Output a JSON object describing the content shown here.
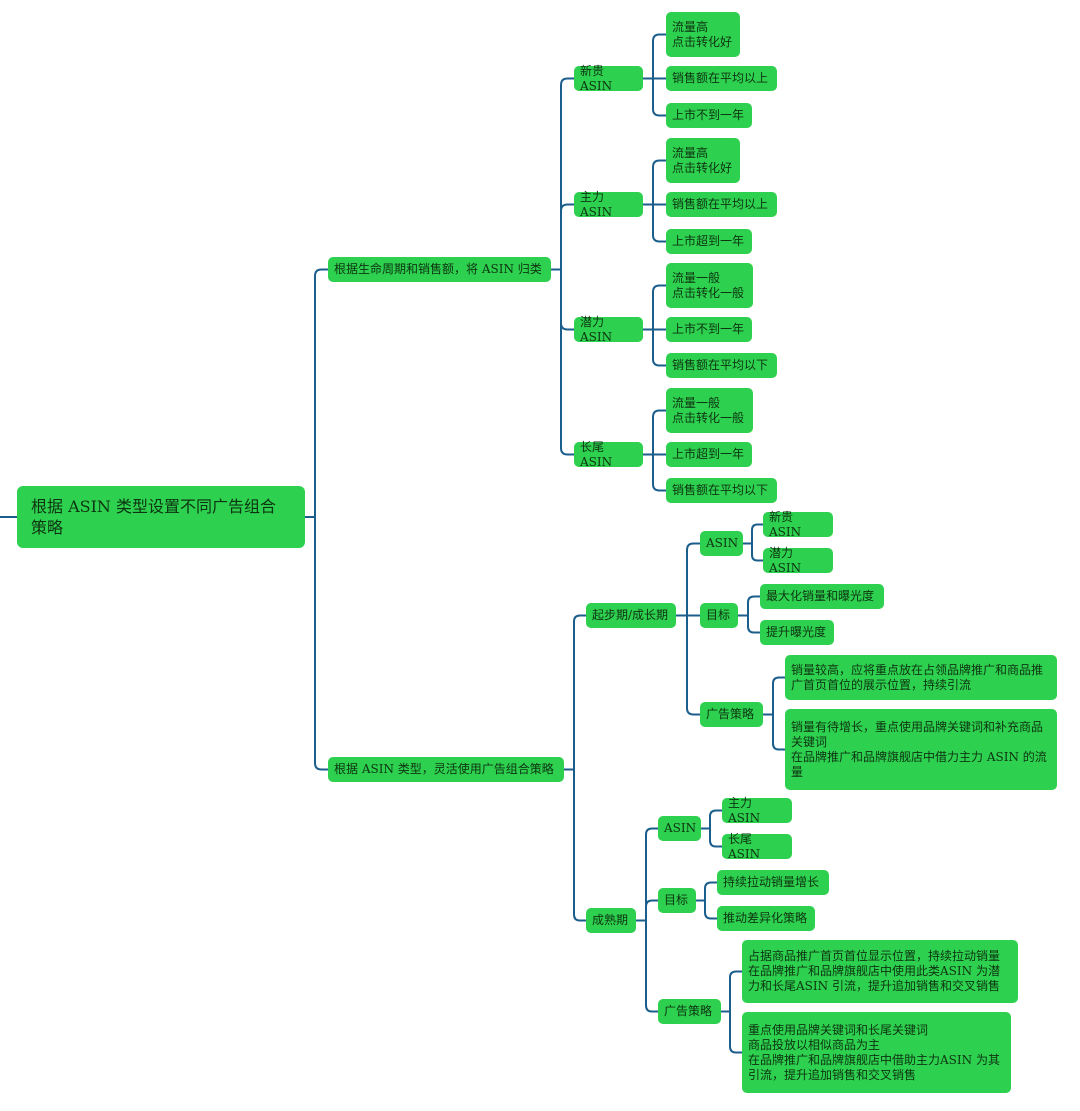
{
  "mindmap": {
    "root": "根据 ASIN 类型设置不同广告组合策略",
    "branches": [
      {
        "label": "根据生命周期和销售额，将 ASIN 归类",
        "children": [
          {
            "label": "新贵 ASIN",
            "children": [
              {
                "label": "流量高\n点击转化好"
              },
              {
                "label": "销售额在平均以上"
              },
              {
                "label": "上市不到一年"
              }
            ]
          },
          {
            "label": "主力 ASIN",
            "children": [
              {
                "label": "流量高\n点击转化好"
              },
              {
                "label": "销售额在平均以上"
              },
              {
                "label": "上市超到一年"
              }
            ]
          },
          {
            "label": "潜力 ASIN",
            "children": [
              {
                "label": "流量一般\n点击转化一般"
              },
              {
                "label": "上市不到一年"
              },
              {
                "label": "销售额在平均以下"
              }
            ]
          },
          {
            "label": "长尾 ASIN",
            "children": [
              {
                "label": "流量一般\n点击转化一般"
              },
              {
                "label": "上市超到一年"
              },
              {
                "label": "销售额在平均以下"
              }
            ]
          }
        ]
      },
      {
        "label": "根据 ASIN 类型，灵活使用广告组合策略",
        "children": [
          {
            "label": "起步期/成长期",
            "children": [
              {
                "label": "ASIN",
                "children": [
                  {
                    "label": "新贵 ASIN"
                  },
                  {
                    "label": "潜力 ASIN"
                  }
                ]
              },
              {
                "label": "目标",
                "children": [
                  {
                    "label": "最大化销量和曝光度"
                  },
                  {
                    "label": "提升曝光度"
                  }
                ]
              },
              {
                "label": "广告策略",
                "children": [
                  {
                    "label": "销量较高，应将重点放在占领品牌推广和商品推\n广首页首位的展示位置，持续引流"
                  },
                  {
                    "label": "销量有待增长，重点使用品牌关键词和补充商品\n关键词\n在品牌推广和品牌旗舰店中借力主力 ASIN 的流\n量"
                  }
                ]
              }
            ]
          },
          {
            "label": "成熟期",
            "children": [
              {
                "label": "ASIN",
                "children": [
                  {
                    "label": "主力 ASIN"
                  },
                  {
                    "label": "长尾 ASIN"
                  }
                ]
              },
              {
                "label": "目标",
                "children": [
                  {
                    "label": "持续拉动销量增长"
                  },
                  {
                    "label": "推动差异化策略"
                  }
                ]
              },
              {
                "label": "广告策略",
                "children": [
                  {
                    "label": "占据商品推广首页首位显示位置，持续拉动销量\n在品牌推广和品牌旗舰店中使用此类ASIN 为潜\n力和长尾ASIN 引流，提升追加销售和交叉销售"
                  },
                  {
                    "label": "重点使用品牌关键词和长尾关键词\n商品投放以相似商品为主\n在品牌推广和品牌旗舰店中借助主力ASIN 为其\n引流，提升追加销售和交叉销售"
                  }
                ]
              }
            ]
          }
        ]
      }
    ]
  },
  "colors": {
    "node_fill": "#2dd14f",
    "connector": "#1b5e8c",
    "text": "#0e3311"
  }
}
